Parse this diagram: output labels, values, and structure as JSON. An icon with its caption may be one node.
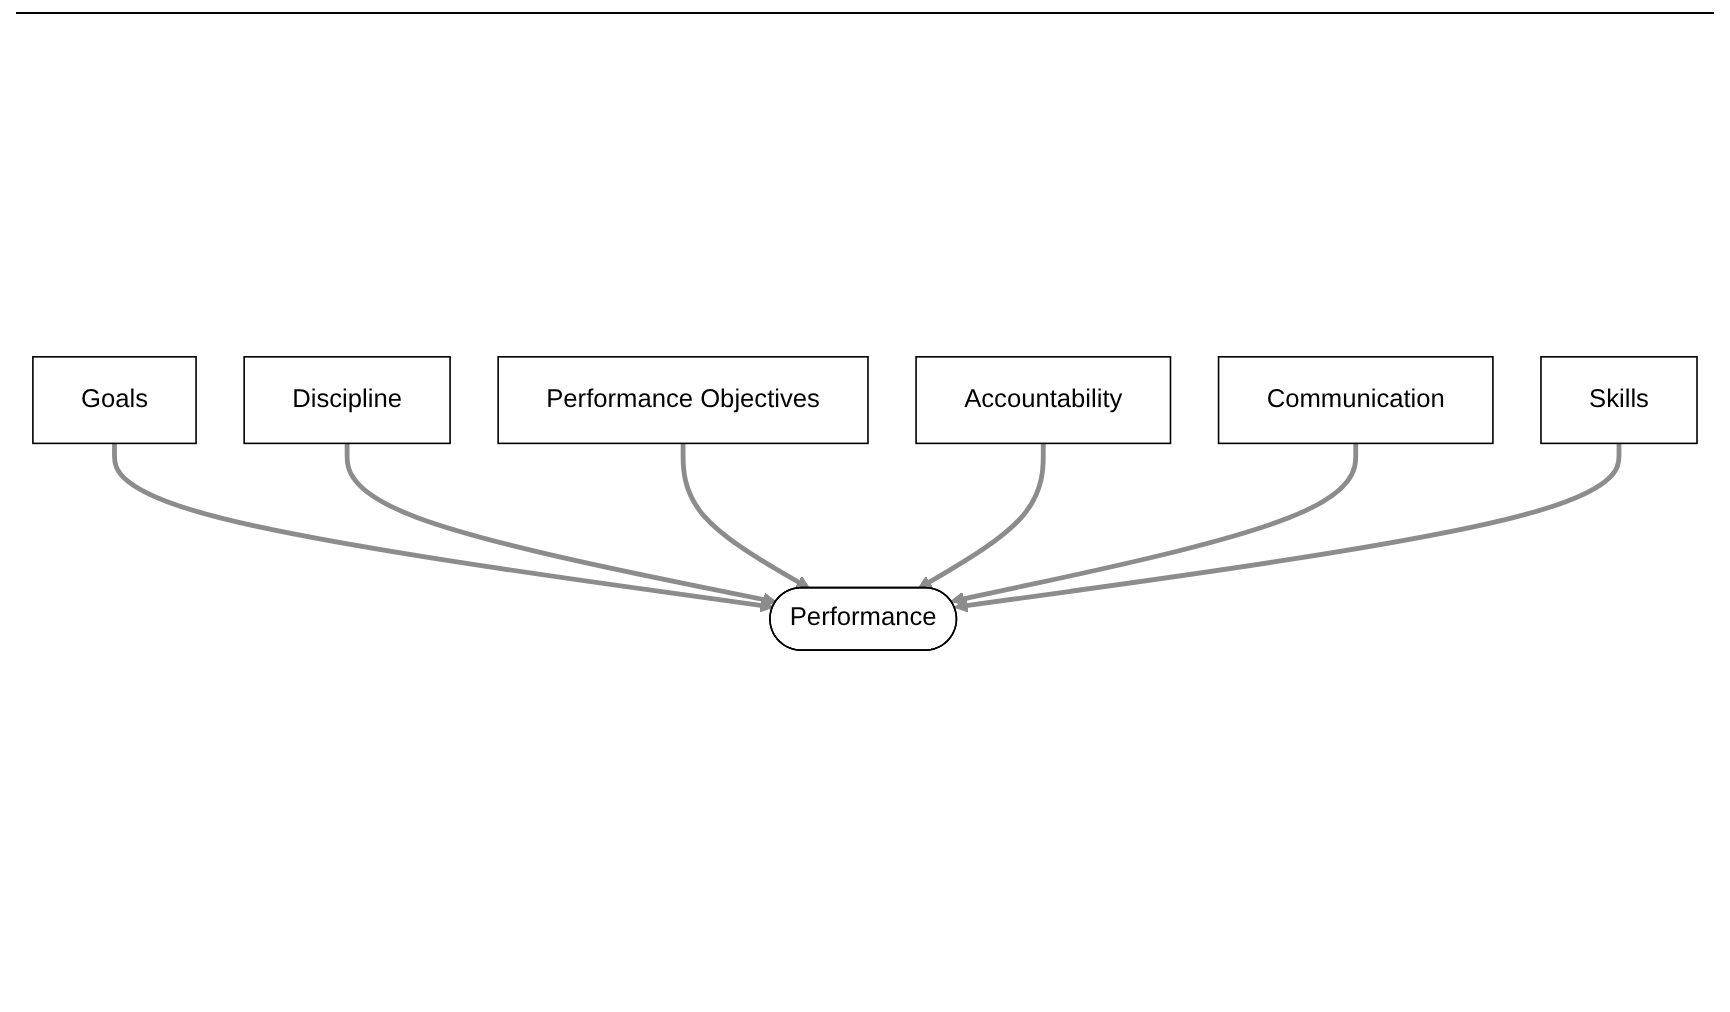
{
  "diagram": {
    "nodes": [
      {
        "text": [
          "Goals"
        ]
      },
      {
        "text": [
          "Discipline"
        ]
      },
      {
        "text": [
          "Performance Objectives"
        ]
      },
      {
        "text": [
          "Performance"
        ]
      },
      {
        "text": [
          "Accountability"
        ]
      },
      {
        "text": [
          "Communication"
        ]
      },
      {
        "text": [
          "Skills"
        ]
      }
    ],
    "edges": [
      {
        "from": 0,
        "to": 3,
        "arrow": "to"
      },
      {
        "from": 1,
        "to": 3,
        "arrow": "to"
      },
      {
        "from": 2,
        "to": 3,
        "arrow": "to"
      },
      {
        "from": 4,
        "to": 3,
        "arrow": "to"
      },
      {
        "from": 5,
        "to": 3,
        "arrow": "to"
      },
      {
        "from": 6,
        "to": 3,
        "arrow": "to"
      }
    ]
  }
}
